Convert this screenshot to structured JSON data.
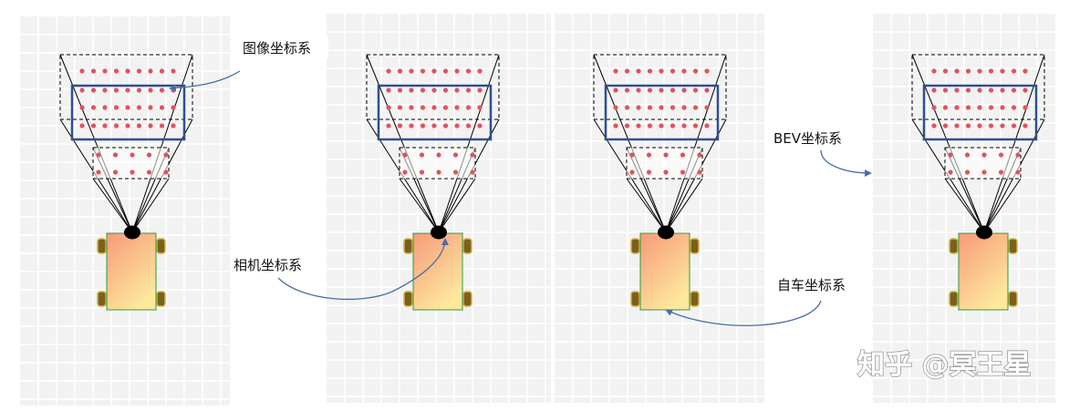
{
  "labels": {
    "image_coord": "图像坐标系",
    "camera_coord": "相机坐标系",
    "bev_coord": "BEV坐标系",
    "ego_coord": "自车坐标系"
  },
  "watermark": "知乎 @冥王星",
  "colors": {
    "grid_bg": "#f2f2f2",
    "grid_line": "#ffffff",
    "blue_box": "#2f4f8f",
    "dot": "#e05260",
    "arrow": "#4a6fa5",
    "car_top": "#f7a07a",
    "car_bottom": "#fde49a",
    "car_border": "#2e9a3c",
    "wheel": "#7a6020",
    "wheel_rim": "#d7b13b",
    "camera": "#000000"
  }
}
